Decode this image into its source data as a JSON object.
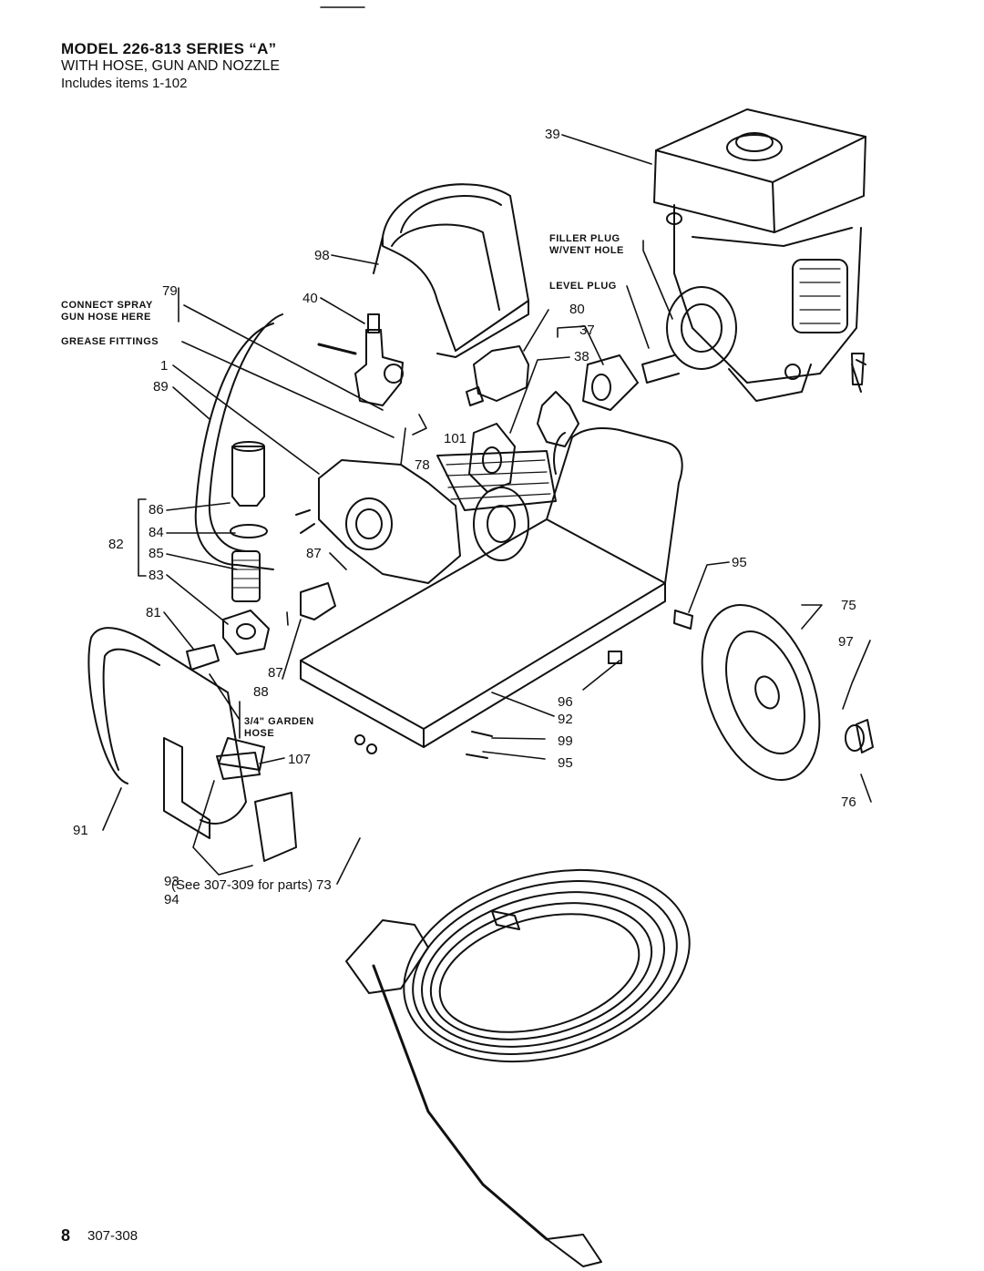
{
  "header": {
    "title": "MODEL 226-813   SERIES “A”",
    "subtitle": "WITH HOSE, GUN AND NOZZLE",
    "includes": "Includes items 1-102"
  },
  "notes": {
    "filler_plug": "FILLER PLUG",
    "vent_hole": "W/VENT HOLE",
    "level_plug": "LEVEL PLUG",
    "connect_spray": "CONNECT SPRAY",
    "gun_hose_here": "GUN HOSE HERE",
    "grease_fittings": "GREASE FITTINGS",
    "garden_hose_1": "3/4\" GARDEN",
    "garden_hose_2": "HOSE",
    "see_parts": "(See 307-309 for parts)"
  },
  "callouts": {
    "c39": "39",
    "c98": "98",
    "c40": "40",
    "c79": "79",
    "c80": "80",
    "c37": "37",
    "c38": "38",
    "c1": "1",
    "c89": "89",
    "c101": "101",
    "c78": "78",
    "c86": "86",
    "c84": "84",
    "c82": "82",
    "c85": "85",
    "c83": "83",
    "c87a": "87",
    "c87b": "87",
    "c81": "81",
    "c88": "88",
    "c95a": "95",
    "c75": "75",
    "c97": "97",
    "c96": "96",
    "c92": "92",
    "c99": "99",
    "c95b": "95",
    "c107": "107",
    "c76": "76",
    "c91": "91",
    "c93": "93",
    "c94": "94",
    "c73": "73"
  },
  "footer": {
    "page": "8",
    "doc": "307-308"
  }
}
